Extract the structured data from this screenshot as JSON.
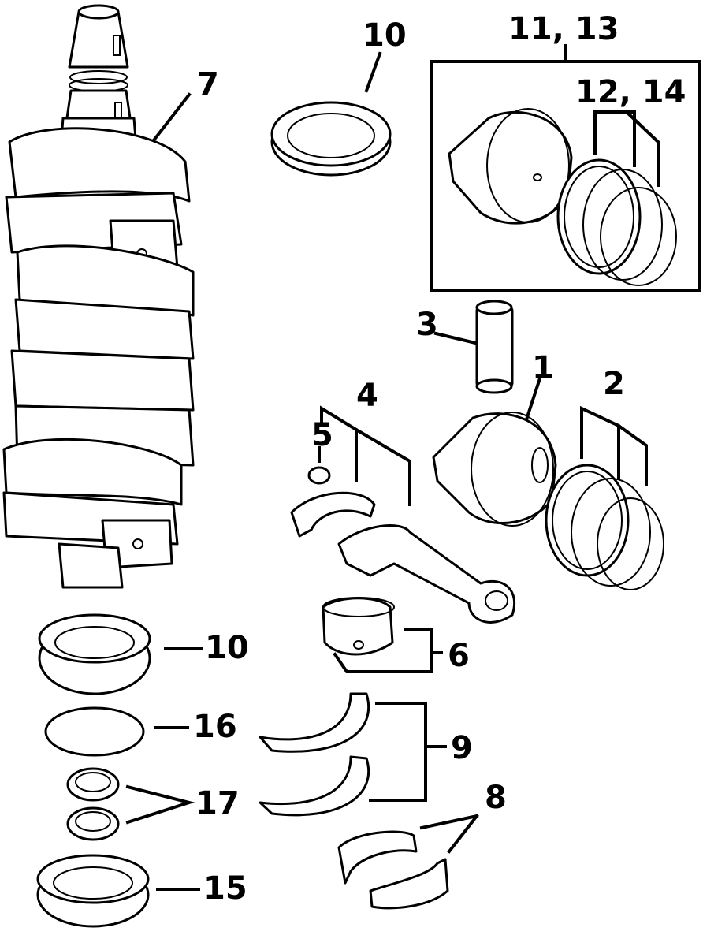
{
  "callouts": {
    "c1": "1",
    "c2": "2",
    "c3": "3",
    "c4": "4",
    "c5": "5",
    "c6": "6",
    "c7": "7",
    "c8": "8",
    "c9": "9",
    "c10_top": "10",
    "c10_bottom": "10",
    "c11_13": "11, 13",
    "c12_14": "12, 14",
    "c15": "15",
    "c16": "16",
    "c17": "17"
  },
  "colors": {
    "line": "#000000",
    "background": "#ffffff"
  }
}
